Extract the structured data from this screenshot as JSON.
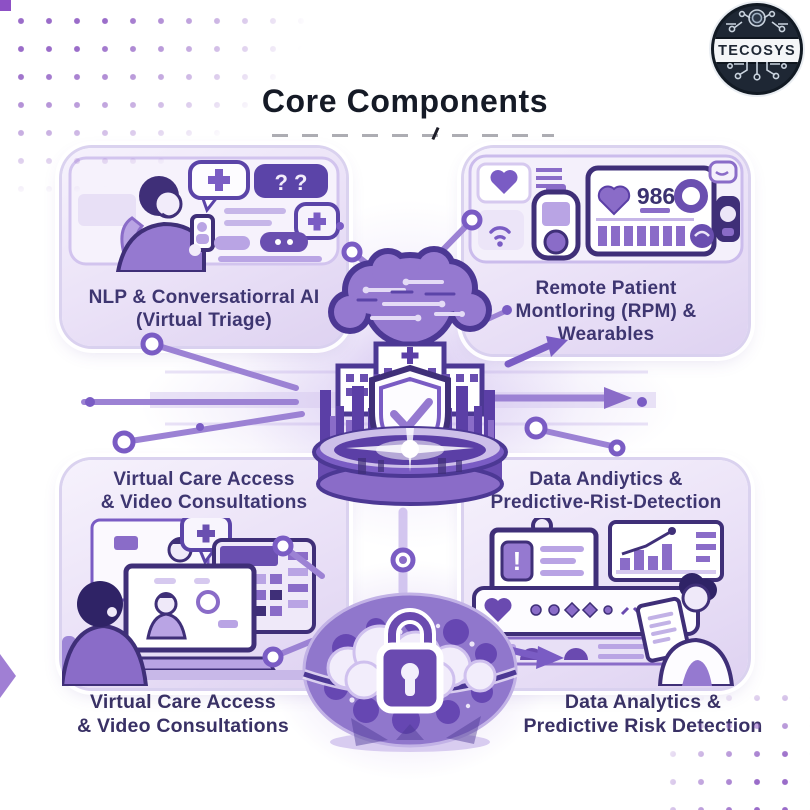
{
  "header": {
    "title": "Core Components",
    "logo_text": "TECOSYS"
  },
  "quadrants": {
    "top_left": {
      "lines": [
        "NLP & Conversatiorral AI",
        "(Virtual Triage)"
      ]
    },
    "top_right": {
      "lines": [
        "Remote Patient",
        "Montloring (RPM) &",
        "Wearables"
      ]
    },
    "bottom_left": {
      "lines": [
        "Virtual Care Access",
        "& Video Consultations"
      ]
    },
    "bottom_right": {
      "lines": [
        "Data  Andiytics &",
        "Predictive-Rist-Detection"
      ]
    }
  },
  "captions": {
    "bottom_left": {
      "lines": [
        "Virtual Care Access",
        "& Video Consultations"
      ]
    },
    "bottom_right": {
      "lines": [
        "Data Analytics &",
        "Predictive Risk Detection"
      ]
    }
  },
  "center": {
    "monitor_reading": "986",
    "chat_bubble_text": "? ?",
    "alert_glyph": "!"
  },
  "colors": {
    "accent": "#7a5cc4",
    "accent_dark": "#44327e",
    "accent_mid": "#8a6cc8",
    "lavender": "#e8e0f6",
    "label_ink": "#3e3671",
    "title_ink": "#151a26",
    "logo_navy": "#1e2734",
    "dot": "#9a6cc9"
  }
}
